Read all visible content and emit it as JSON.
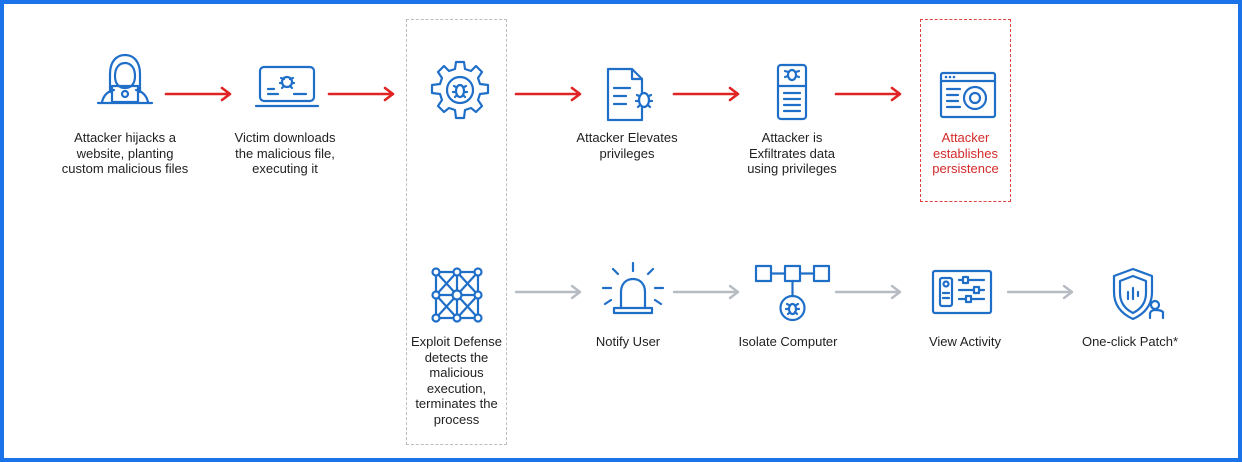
{
  "colors": {
    "frame": "#1a73e8",
    "icon": "#1f6fc9",
    "attack_arrow": "#e02424",
    "defense_arrow": "#b7bcc2",
    "highlight": "#d42a2a"
  },
  "attack_chain": [
    {
      "icon": "hacker-icon",
      "label": "Attacker hijacks a\nwebsite, planting\ncustom malicious files"
    },
    {
      "icon": "infected-laptop-icon",
      "label": "Victim downloads\nthe malicious file,\nexecuting it"
    },
    {
      "icon": "gear-bug-icon",
      "label": ""
    },
    {
      "icon": "document-bug-icon",
      "label": "Attacker Elevates\nprivileges"
    },
    {
      "icon": "server-bug-icon",
      "label": "Attacker is\nExfiltrates data\nusing privileges"
    },
    {
      "icon": "persistence-window-icon",
      "label": "Attacker\nestablishes\npersistence"
    }
  ],
  "defense_chain": [
    {
      "icon": "network-graph-icon",
      "label": "Exploit Defense\ndetects the\nmalicious\nexecution,\nterminates the\nprocess"
    },
    {
      "icon": "alarm-icon",
      "label": "Notify User"
    },
    {
      "icon": "isolate-computer-icon",
      "label": "Isolate Computer"
    },
    {
      "icon": "activity-panel-icon",
      "label": "View Activity"
    },
    {
      "icon": "shield-patch-icon",
      "label": "One-click Patch*"
    }
  ]
}
